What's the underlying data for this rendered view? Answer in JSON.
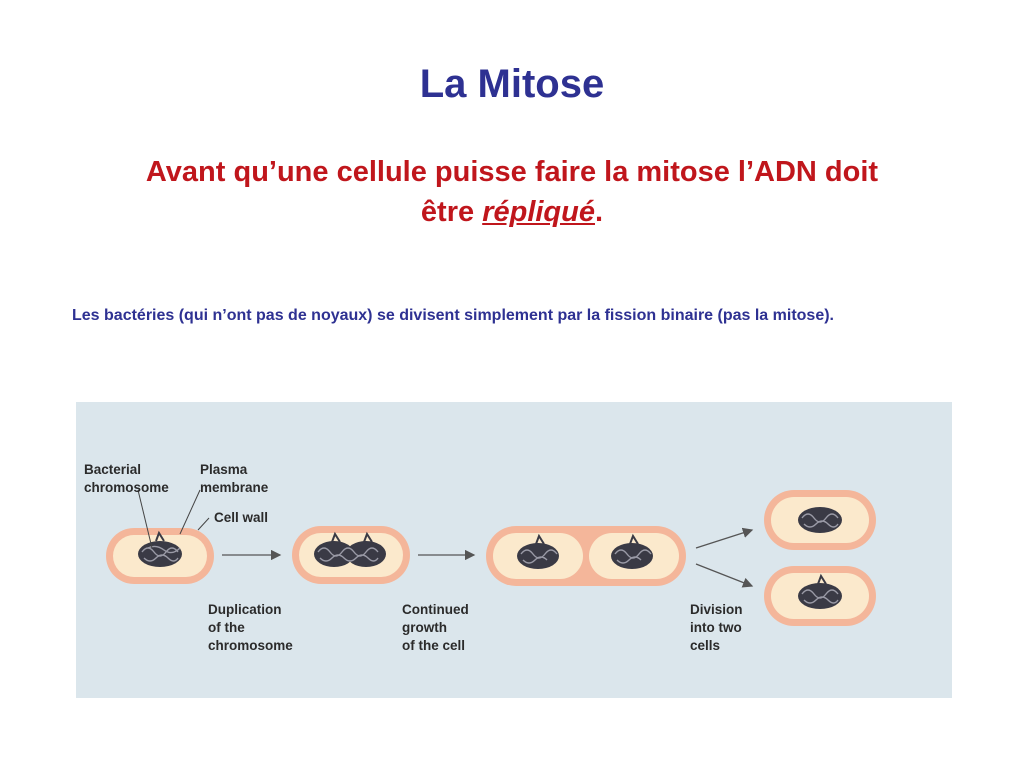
{
  "title": "La Mitose",
  "subtitle": {
    "line1": "Avant qu’une cellule puisse faire la mitose l’ADN doit",
    "line2_prefix": "être ",
    "line2_em": "répliqué",
    "line2_suffix": "."
  },
  "body_text": "Les bactéries (qui n’ont pas de noyaux) se divisent simplement par la fission binaire (pas la mitose).",
  "colors": {
    "title": "#2e3192",
    "subtitle": "#c0161c",
    "body_text": "#2e3192",
    "figure_bg": "#dbe6ec",
    "cell_wall": "#f4b69a",
    "cytoplasm": "#fbe9cc",
    "chromosome": "#3a3a45"
  },
  "figure": {
    "labels": {
      "bacterial_chromosome": [
        "Bacterial",
        "chromosome"
      ],
      "plasma_membrane": [
        "Plasma",
        "membrane"
      ],
      "cell_wall": "Cell wall",
      "step1": [
        "Duplication",
        "of the",
        "chromosome"
      ],
      "step2": [
        "Continued",
        "growth",
        "of the cell"
      ],
      "step3": [
        "Division",
        "into two",
        "cells"
      ]
    }
  }
}
